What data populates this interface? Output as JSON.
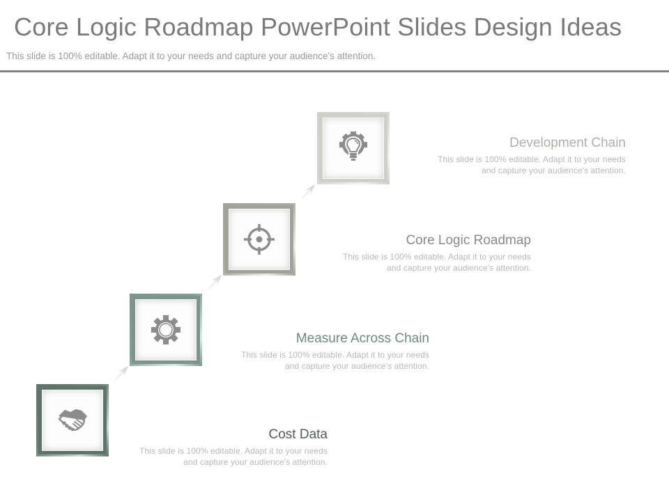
{
  "header": {
    "title": "Core Logic Roadmap PowerPoint Slides Design Ideas",
    "subtitle": "This slide is 100% editable. Adapt it to your needs and capture your audience's attention."
  },
  "steps": [
    {
      "heading": "Cost Data",
      "desc_line1": "This slide is 100% editable. Adapt it to your needs",
      "desc_line2": "and capture your audience's attention.",
      "icon": "handshake-icon",
      "frame_color": "#5f7468",
      "heading_color": "#4f5f55"
    },
    {
      "heading": "Measure Across Chain",
      "desc_line1": "This slide is 100% editable. Adapt it to your needs",
      "desc_line2": "and capture your audience's attention.",
      "icon": "gear-icon",
      "frame_color": "#7a968a",
      "heading_color": "#6a8a7e"
    },
    {
      "heading": "Core Logic Roadmap",
      "desc_line1": "This slide is 100% editable. Adapt it to your needs",
      "desc_line2": "and capture your audience's attention.",
      "icon": "target-icon",
      "frame_color": "#a3a298",
      "heading_color": "#8a8a84"
    },
    {
      "heading": "Development Chain",
      "desc_line1": "This slide is 100% editable. Adapt it to your needs",
      "desc_line2": "and capture your audience's attention.",
      "icon": "lightbulb-gear-icon",
      "frame_color": "#cfcfc9",
      "heading_color": "#b0b0aa"
    }
  ],
  "colors": {
    "title": "#7a7a7a",
    "rule": "#808080",
    "icon": "#8c8c8c",
    "arrow": "#d8d8d8"
  }
}
